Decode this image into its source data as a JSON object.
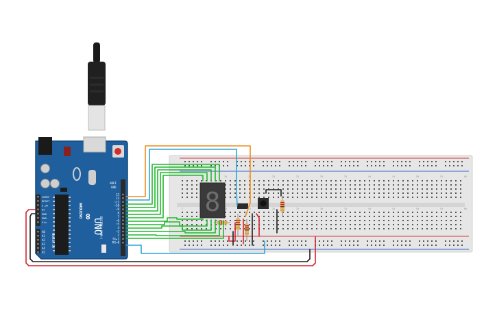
{
  "arduino": {
    "brand": "ARDUINO",
    "model": "UNO",
    "aref_label": "AREF",
    "gnd_label": "GND",
    "digital_label": "DIGITAL (PWM~)",
    "analog_label": "ANALOG IN",
    "power_pins": [
      "IOREF",
      "RESET",
      "3.3V",
      "5V",
      "GND",
      "GND",
      "Vin"
    ],
    "analog_pins": [
      "A0",
      "A1",
      "A2",
      "A3",
      "A4",
      "A5"
    ],
    "digital_pins": [
      "13",
      "12",
      "~11",
      "~10",
      "~9",
      "8",
      "7",
      "~6",
      "~5",
      "4",
      "~3",
      "2",
      "TX▸1",
      "RX◂0"
    ]
  },
  "display": {
    "digit": "8"
  },
  "breadboard": {
    "column_labels": [
      "1",
      "5",
      "10",
      "15",
      "20",
      "25",
      "30",
      "35",
      "40",
      "45",
      "50",
      "55",
      "60"
    ]
  },
  "colors": {
    "board": "#1f5f9e",
    "board_edge": "#17497a",
    "breadboard": "#e6e6e6",
    "rail_red": "#d63a3a",
    "rail_blue": "#3a66c9",
    "wire_green": "#1fb82b",
    "wire_orange": "#f08a1a",
    "wire_cyan": "#29a6d6",
    "wire_red": "#d4242c",
    "wire_black": "#1c1c1c"
  }
}
